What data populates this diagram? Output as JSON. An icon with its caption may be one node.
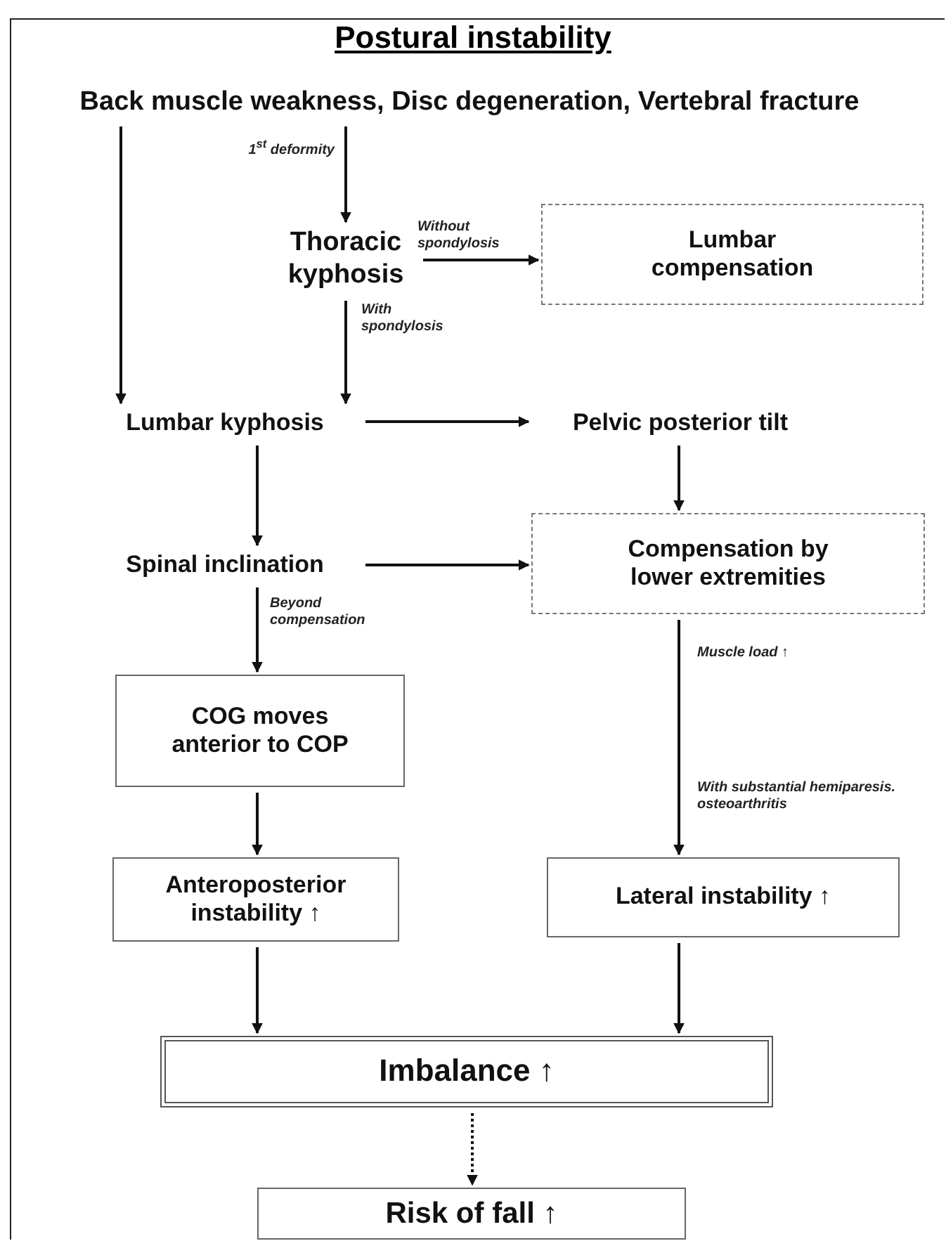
{
  "diagram": {
    "title": "Postural instability",
    "nodes": [
      {
        "text": [
          "Back muscle weakness, Disc degeneration, Vertebral fracture"
        ]
      },
      {
        "text": [
          "Thoracic kyphosis"
        ]
      },
      {
        "text": [
          "Lumbar compensation"
        ]
      },
      {
        "text": [
          "Lumbar kyphosis"
        ]
      },
      {
        "text": [
          "Pelvic posterior tilt"
        ]
      },
      {
        "text": [
          "Spinal inclination"
        ]
      },
      {
        "text": [
          "Compensation by lower extremities"
        ]
      },
      {
        "text": [
          "COG moves anterior to COP"
        ]
      },
      {
        "text": [
          "Anteroposterior instability ↑"
        ]
      },
      {
        "text": [
          "Lateral instability ↑"
        ]
      },
      {
        "text": [
          "Imbalance ↑"
        ]
      },
      {
        "text": [
          "Risk of fall ↑"
        ]
      }
    ],
    "edges": [
      {
        "from": 0,
        "to": 3,
        "arrow": "to"
      },
      {
        "from": 0,
        "to": 1,
        "arrow": "to",
        "label": "1$^{st}$ deformity"
      },
      {
        "from": 1,
        "to": 2,
        "arrow": "to",
        "label": "Without spondylosis"
      },
      {
        "from": 1,
        "to": 3,
        "arrow": "to",
        "label": "With spondylosis"
      },
      {
        "from": 3,
        "to": 4,
        "arrow": "to"
      },
      {
        "from": 3,
        "to": 5,
        "arrow": "to"
      },
      {
        "from": 4,
        "to": 6,
        "arrow": "to"
      },
      {
        "from": 5,
        "to": 6,
        "arrow": "to"
      },
      {
        "from": 5,
        "to": 7,
        "arrow": "to",
        "label": "Beyond compensation"
      },
      {
        "from": 6,
        "to": 9,
        "arrow": "to",
        "label": "Muscle load ↑"
      },
      {
        "from": 7,
        "to": 8,
        "arrow": "to"
      },
      {
        "from": 8,
        "to": 10,
        "arrow": "to"
      },
      {
        "from": 9,
        "to": 10,
        "arrow": "to"
      },
      {
        "from": 10,
        "to": 11,
        "arrow": "to",
        "style": "dashed"
      }
    ],
    "labels": [
      "With substantial hemiparesis. osteoarthritis"
    ]
  }
}
